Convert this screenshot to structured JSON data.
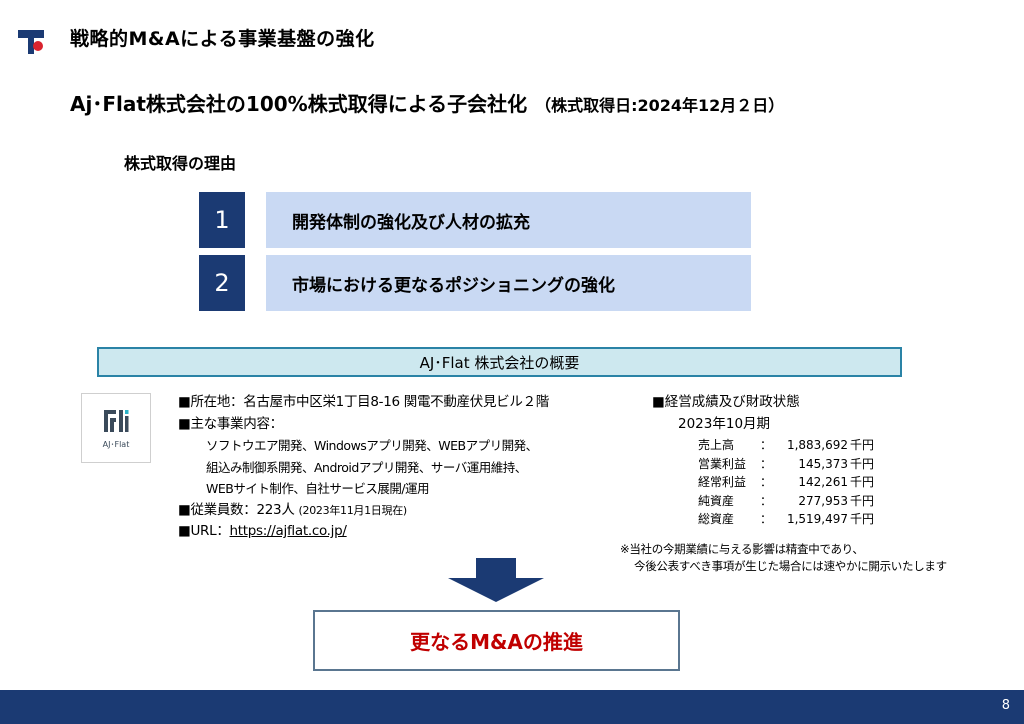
{
  "header": {
    "title": "戦略的M&Aによる事業基盤の強化",
    "subtitle": "Aj･Flat株式会社の100%株式取得による子会社化",
    "acquisition_date": "（株式取得日:2024年12月２日）"
  },
  "reasons": {
    "heading": "株式取得の理由",
    "items": [
      {
        "num": "1",
        "text": "開発体制の強化及び人材の拡充"
      },
      {
        "num": "2",
        "text": "市場における更なるポジショニングの強化"
      }
    ]
  },
  "overview": {
    "title": "AJ･Flat 株式会社の概要",
    "logo_text": "AJ･Flat",
    "location": "■所在地：名古屋市中区栄1丁目8-16 関電不動産伏見ビル２階",
    "business_label": "■主な事業内容：",
    "business_lines": [
      "ソフトウエア開発、Windowsアプリ開発、WEBアプリ開発、",
      "組込み制御系開発、Androidアプリ開発、サーバ運用維持、",
      "WEBサイト制作、自社サービス展開/運用"
    ],
    "employees_label": "■従業員数：223人",
    "employees_note": "(2023年11月1日現在)",
    "url_label": "■URL：",
    "url": "https://ajflat.co.jp/"
  },
  "performance": {
    "heading": "■経営成績及び財政状態",
    "period": "2023年10月期",
    "rows": [
      {
        "label": "売上高",
        "sep": "：",
        "value": "1,883,692",
        "unit": "千円"
      },
      {
        "label": "営業利益",
        "sep": "：",
        "value": "145,373",
        "unit": "千円"
      },
      {
        "label": "経常利益",
        "sep": "：",
        "value": "142,261",
        "unit": "千円"
      },
      {
        "label": "純資産",
        "sep": "：",
        "value": "277,953",
        "unit": "千円"
      },
      {
        "label": "総資産",
        "sep": "：",
        "value": "1,519,497",
        "unit": "千円"
      }
    ]
  },
  "note": {
    "line1": "※当社の今期業績に与える影響は精査中であり、",
    "line2": "今後公表すべき事項が生じた場合には速やかに開示いたします"
  },
  "conclusion": "更なるM&Aの推進",
  "footer": {
    "page_number": "8"
  },
  "colors": {
    "navy": "#1b3a73",
    "light_blue": "#c9d9f3",
    "overview_fill": "#cde8ef",
    "overview_border": "#2a83a6",
    "accent_red": "#c00000"
  }
}
